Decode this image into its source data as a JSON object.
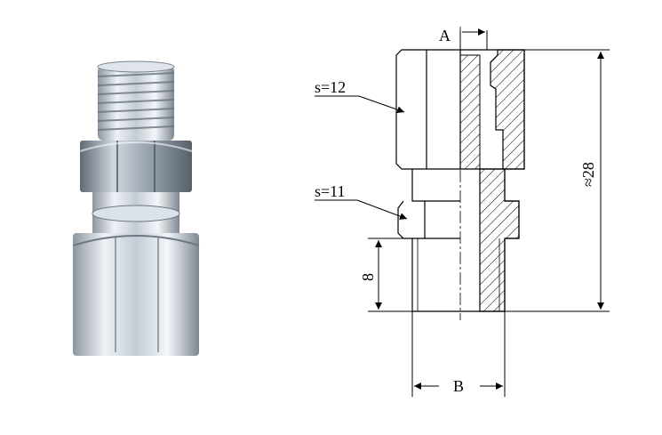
{
  "labels": {
    "A": "A",
    "B": "B",
    "s_upper": "s=12",
    "s_lower": "s=11",
    "height_total": "≈28",
    "thread_length": "8"
  },
  "colors": {
    "line": "#000000",
    "metal_light": "#eef2f6",
    "metal_mid": "#b9c3cd",
    "metal_dark": "#6d7882"
  }
}
